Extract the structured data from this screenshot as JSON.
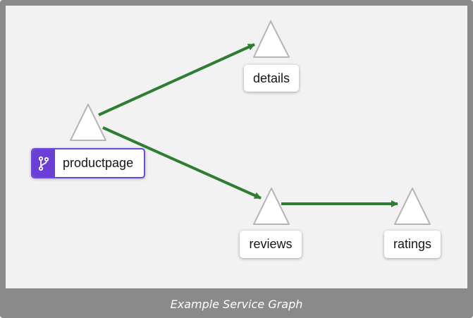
{
  "diagram": {
    "nodes": [
      {
        "id": "details",
        "label": "details",
        "shape": "triangle",
        "selected": false
      },
      {
        "id": "productpage",
        "label": "productpage",
        "shape": "triangle",
        "selected": true,
        "badge_icon": "git-branch-icon"
      },
      {
        "id": "reviews",
        "label": "reviews",
        "shape": "triangle",
        "selected": false
      },
      {
        "id": "ratings",
        "label": "ratings",
        "shape": "triangle",
        "selected": false
      }
    ],
    "edges": [
      {
        "from": "productpage",
        "to": "details"
      },
      {
        "from": "productpage",
        "to": "reviews"
      },
      {
        "from": "reviews",
        "to": "ratings"
      }
    ]
  },
  "caption": "Example Service Graph",
  "colors": {
    "edge": "#2e7d32",
    "selected_badge": "#6b3fd6",
    "selected_border": "#6a4bd8",
    "canvas_background": "#f2f2f2",
    "frame": "#8a8a8a"
  }
}
